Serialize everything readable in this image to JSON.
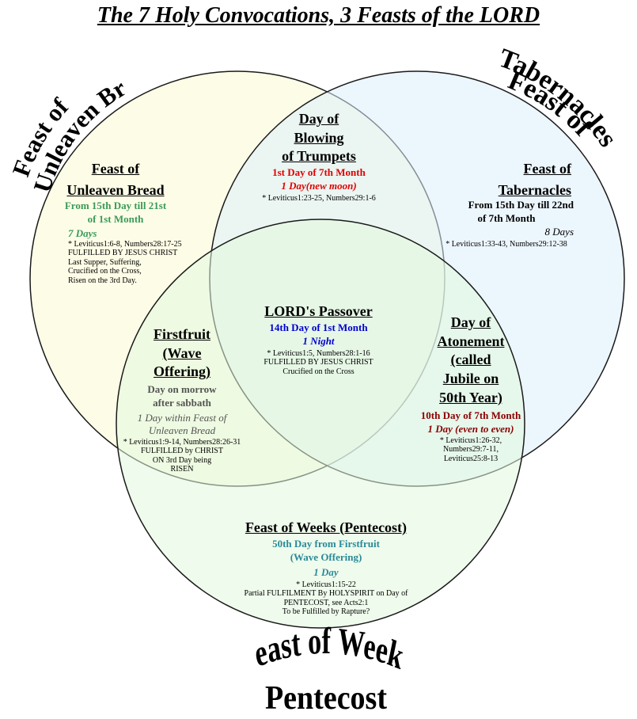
{
  "title": "The 7 Holy Convocations, 3 Feasts of the LORD",
  "circle_labels": {
    "unleavened_line1": "Feast of",
    "unleavened_line2": "Unleaven Bread",
    "tabernacles_line1": "Feast of",
    "tabernacles_line2": "Tabernacles",
    "weeks_line1": "Feast of Weeks",
    "weeks_line2": "Pentecost"
  },
  "colors": {
    "unleavened_fill": "#fbfbd3",
    "tabernacles_fill": "#ddeefb",
    "weeks_fill": "#e1f8dc",
    "outline": "#1a1a1a"
  },
  "unleavened": {
    "heading1": "Feast of",
    "heading2": "Unleaven Bread",
    "date1": "From 15th Day till 21st",
    "date2": "of 1st Month",
    "duration": "7 Days",
    "ref": "* Leviticus1:6-8, Numbers28:17-25",
    "fulfilled": "FULFILLED BY JESUS CHRIST",
    "note1": "Last Supper, Suffering,",
    "note2": "Crucified on the Cross,",
    "note3": "Risen on the 3rd Day."
  },
  "trumpets": {
    "heading1": "Day of",
    "heading2": "Blowing",
    "heading3": "of Trumpets",
    "date": "1st Day of 7th Month",
    "duration": "1 Day(new moon)",
    "ref": "* Leviticus1:23-25, Numbers29:1-6"
  },
  "tabernacles": {
    "heading1": "Feast of",
    "heading2": "Tabernacles",
    "date1": "From 15th Day till 22nd",
    "date2": "of 7th Month",
    "duration": "8 Days",
    "ref": "* Leviticus1:33-43, Numbers29:12-38"
  },
  "passover": {
    "heading": "LORD's Passover",
    "date": "14th Day of 1st Month",
    "duration": "1 Night",
    "ref": "* Leviticus1:5, Numbers28:1-16",
    "fulfilled": "FULFILLED BY JESUS CHRIST",
    "note": "Crucified on the Cross"
  },
  "firstfruit": {
    "heading1": "Firstfruit",
    "heading2": "(Wave",
    "heading3": "Offering)",
    "date1": "Day on morrow",
    "date2": "after sabbath",
    "duration1": "1 Day within Feast of",
    "duration2": "Unleaven Bread",
    "ref": "* Leviticus1:9-14, Numbers28:26-31",
    "fulfilled": "FULFILLED by CHRIST",
    "note1": "ON 3rd Day being",
    "note2": "RISEN"
  },
  "atonement": {
    "heading1": "Day of",
    "heading2": "Atonement",
    "heading3": "(called",
    "heading4": "Jubile on",
    "heading5": "50th Year)",
    "date": "10th Day of 7th Month",
    "duration": "1 Day (even to even)",
    "ref1": "* Leviticus1:26-32,",
    "ref2": "Numbers29:7-11,",
    "ref3": "Leviticus25:8-13"
  },
  "weeks": {
    "heading": "Feast of Weeks (Pentecost)",
    "date1": "50th Day from Firstfruit",
    "date2": "(Wave Offering)",
    "duration": "1 Day",
    "ref": "* Leviticus1:15-22",
    "fulfilled1": "Partial FULFILMENT By HOLYSPIRIT on Day of",
    "fulfilled2": "PENTECOST, see Acts2:1",
    "fulfilled3": "To be Fulfilled by Rapture?"
  }
}
